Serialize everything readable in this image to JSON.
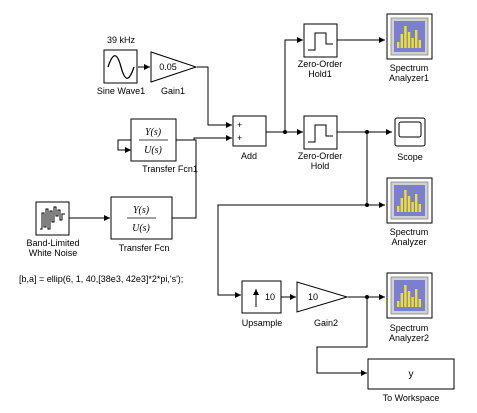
{
  "blocks": {
    "sine_wave": {
      "label": "Sine Wave1",
      "freq_label": "39 kHz"
    },
    "gain1": {
      "label": "Gain1",
      "value": "0.05"
    },
    "transfer_fcn1": {
      "label": "Transfer Fcn1",
      "numerator": "Y(s)",
      "denominator": "U(s)"
    },
    "add": {
      "label": "Add",
      "plus1": "+",
      "plus2": "+"
    },
    "zoh1": {
      "label_line1": "Zero-Order",
      "label_line2": "Hold1"
    },
    "zoh": {
      "label_line1": "Zero-Order",
      "label_line2": "Hold"
    },
    "spec1": {
      "label_line1": "Spectrum",
      "label_line2": "Analyzer1"
    },
    "scope": {
      "label": "Scope"
    },
    "spec": {
      "label_line1": "Spectrum",
      "label_line2": "Analyzer"
    },
    "noise": {
      "label_line1": "Band-Limited",
      "label_line2": "White Noise"
    },
    "transfer_fcn": {
      "label": "Transfer Fcn",
      "numerator": "Y(s)",
      "denominator": "U(s)"
    },
    "upsample": {
      "label": "Upsample",
      "value": "10"
    },
    "gain2": {
      "label": "Gain2",
      "value": "10"
    },
    "spec2": {
      "label_line1": "Spectrum",
      "label_line2": "Analyzer2"
    },
    "to_workspace": {
      "label": "To Workspace",
      "variable": "y"
    }
  },
  "annotation": "[b,a] = ellip(6, 1, 40,[38e3, 42e3]*2*pi,'s');",
  "colors": {
    "analyzer_screen": "#7a7fd0",
    "analyzer_bars": "#f0e02a",
    "analyzer_frame": "#d0d0d0"
  }
}
